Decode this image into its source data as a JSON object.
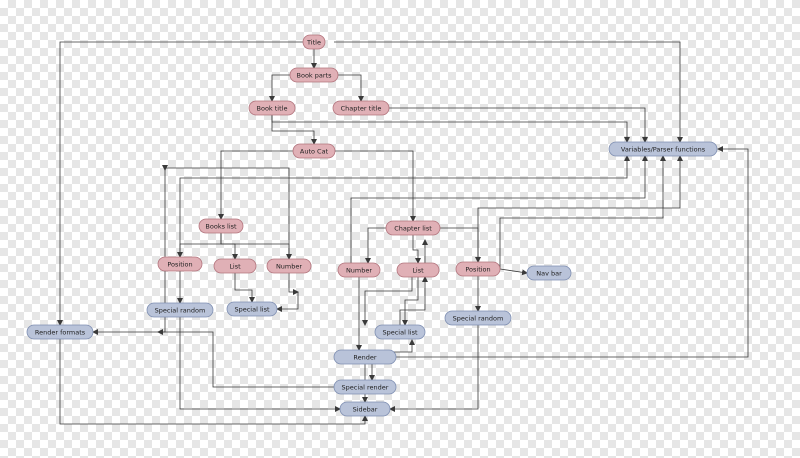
{
  "colors": {
    "primary_node_fill": "#e0b0b6",
    "primary_node_stroke": "#b3757e",
    "secondary_node_fill": "#b9c3d9",
    "secondary_node_stroke": "#7f8fb2",
    "edge": "#3a3a3a"
  },
  "nodes": [
    {
      "id": "title",
      "label": "Title",
      "style": "pink"
    },
    {
      "id": "book_parts",
      "label": "Book parts",
      "style": "pink"
    },
    {
      "id": "book_title",
      "label": "Book title",
      "style": "pink"
    },
    {
      "id": "chapter_title",
      "label": "Chapter title",
      "style": "pink"
    },
    {
      "id": "auto_cat",
      "label": "Auto Cat",
      "style": "pink"
    },
    {
      "id": "variables",
      "label": "Variables/Parser functions",
      "style": "blue"
    },
    {
      "id": "books_list",
      "label": "Books list",
      "style": "pink"
    },
    {
      "id": "position_1",
      "label": "Position",
      "style": "pink"
    },
    {
      "id": "list_1",
      "label": "List",
      "style": "pink"
    },
    {
      "id": "number_1",
      "label": "Number",
      "style": "pink"
    },
    {
      "id": "chapter_list",
      "label": "Chapter list",
      "style": "pink"
    },
    {
      "id": "number_2",
      "label": "Number",
      "style": "pink"
    },
    {
      "id": "list_2",
      "label": "List",
      "style": "pink"
    },
    {
      "id": "position_2",
      "label": "Position",
      "style": "pink"
    },
    {
      "id": "nav_bar",
      "label": "Nav bar",
      "style": "blue"
    },
    {
      "id": "special_random_1",
      "label": "Special random",
      "style": "blue"
    },
    {
      "id": "special_list_1",
      "label": "Special list",
      "style": "blue"
    },
    {
      "id": "special_list_2",
      "label": "Special list",
      "style": "blue"
    },
    {
      "id": "special_random_2",
      "label": "Special random",
      "style": "blue"
    },
    {
      "id": "render_formats",
      "label": "Render formats",
      "style": "blue"
    },
    {
      "id": "render",
      "label": "Render",
      "style": "blue"
    },
    {
      "id": "special_render",
      "label": "Special render",
      "style": "blue"
    },
    {
      "id": "sidebar",
      "label": "Sidebar",
      "style": "blue"
    }
  ]
}
